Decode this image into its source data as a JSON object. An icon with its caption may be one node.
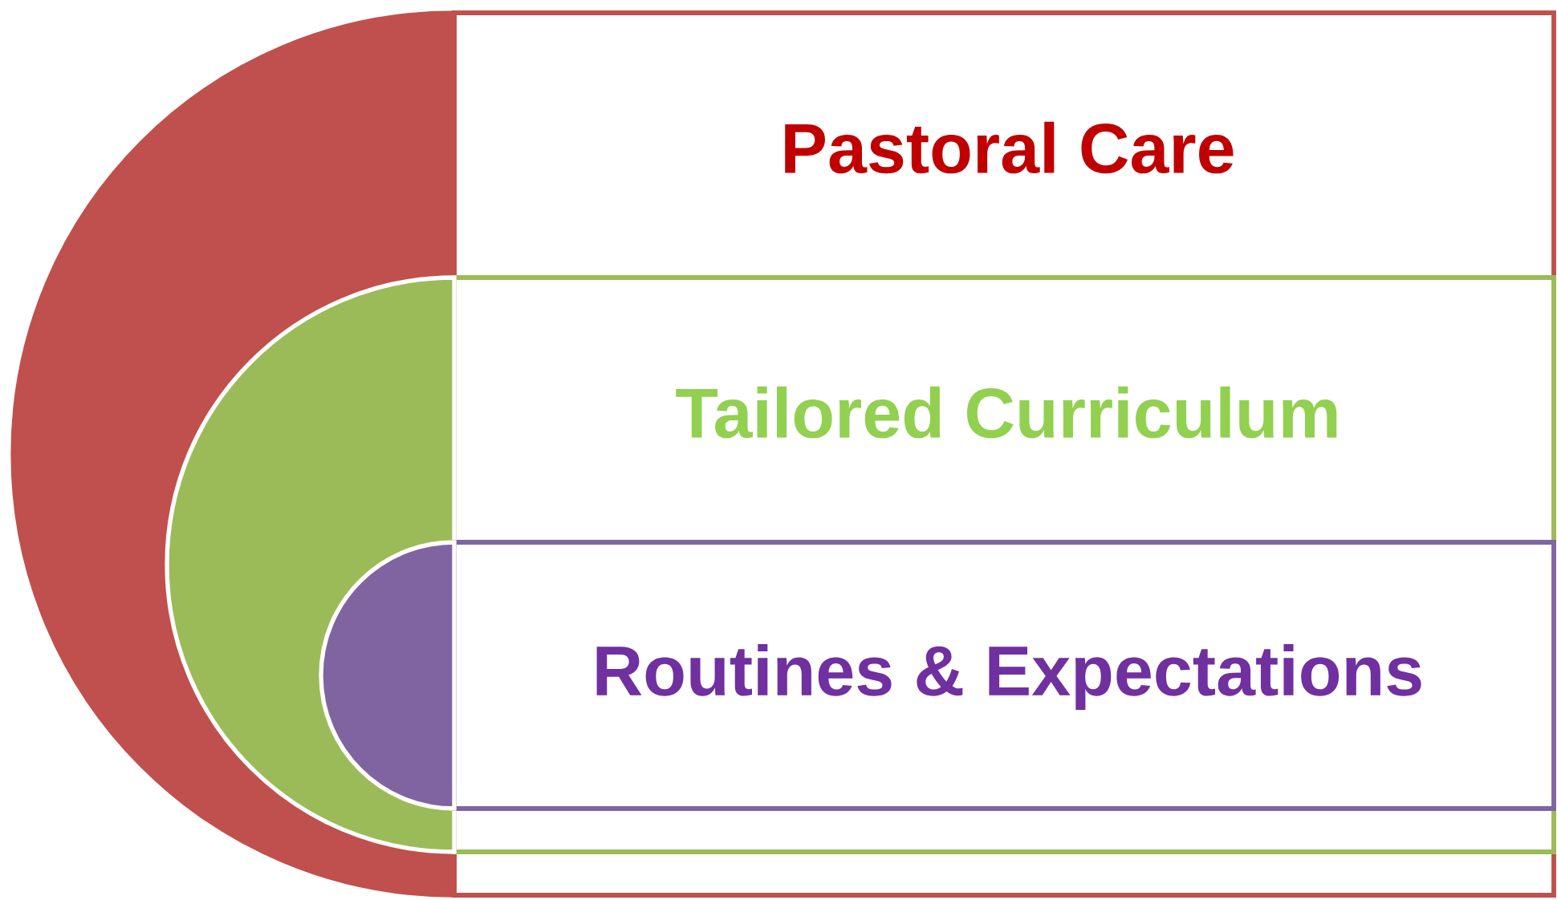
{
  "diagram": {
    "nodes": [
      {
        "text": [
          "Pastoral Care"
        ]
      },
      {
        "text": [
          "Tailored Curriculum"
        ],
        "in": 0
      },
      {
        "text": [
          "Routines & Expectations"
        ],
        "in": 1
      }
    ]
  }
}
